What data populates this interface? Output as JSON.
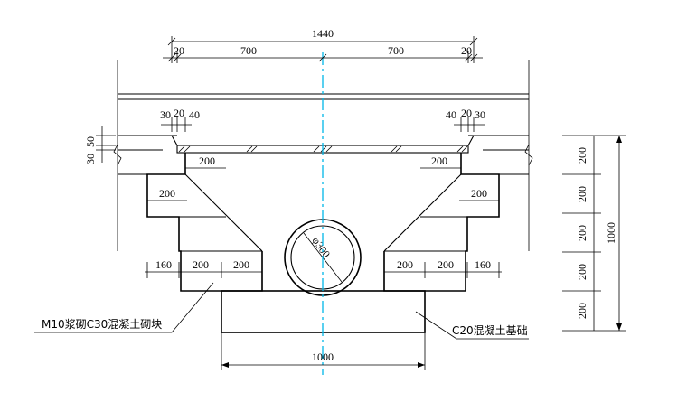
{
  "dimensions": {
    "overall_width": "1440",
    "left_edge": "20",
    "left_half": "700",
    "right_half": "700",
    "right_edge": "20",
    "left_top_offsets": [
      "30",
      "20",
      "40"
    ],
    "right_top_offsets": [
      "40",
      "20",
      "30"
    ],
    "left_vertical_small": [
      "50",
      "30"
    ],
    "left_step_upper": "200",
    "left_step_lower": "200",
    "right_step_upper": "200",
    "right_step_lower": "200",
    "bottom_left": [
      "160",
      "200",
      "200"
    ],
    "bottom_right": [
      "200",
      "200",
      "160"
    ],
    "foundation_width": "1000",
    "right_vertical_segments": [
      "200",
      "200",
      "200",
      "200",
      "200"
    ],
    "right_vertical_total": "1000",
    "pipe_diameter": "φ300"
  },
  "labels": {
    "masonry": "M10浆砌C30混凝土砌块",
    "foundation": "C20混凝土基础"
  }
}
